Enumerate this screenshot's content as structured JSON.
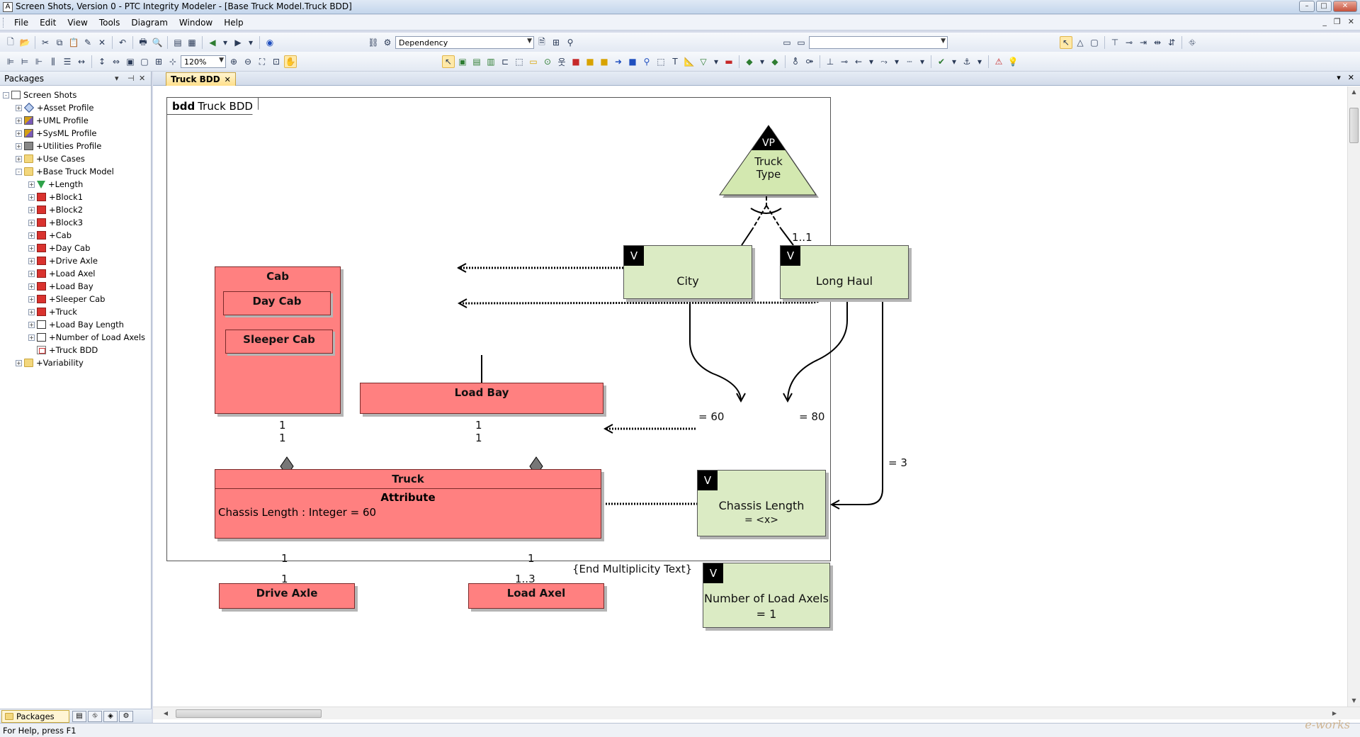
{
  "window": {
    "title": "Screen Shots, Version 0 - PTC Integrity Modeler - [Base Truck Model.Truck BDD]",
    "btn_min": "–",
    "btn_max": "□",
    "btn_close": "✕"
  },
  "menubar": {
    "items": [
      "File",
      "Edit",
      "View",
      "Tools",
      "Diagram",
      "Window",
      "Help"
    ]
  },
  "toolbar": {
    "relation_combo": "Dependency",
    "zoom_combo": "120%",
    "empty_combo": ""
  },
  "packages_panel": {
    "title": "Packages",
    "tree": [
      {
        "label": "Screen Shots",
        "level": 0,
        "icon": "package-icon",
        "expand": "-"
      },
      {
        "label": "+Asset Profile",
        "level": 1,
        "icon": "diamond-icon",
        "expand": "+"
      },
      {
        "label": "+UML Profile",
        "level": 1,
        "icon": "profile-icon",
        "expand": "+"
      },
      {
        "label": "+SysML Profile",
        "level": 1,
        "icon": "profile-icon",
        "expand": "+"
      },
      {
        "label": "+Utilities Profile",
        "level": 1,
        "icon": "utilities-icon",
        "expand": "+"
      },
      {
        "label": "+Use Cases",
        "level": 1,
        "icon": "folder-icon",
        "expand": "+"
      },
      {
        "label": "+Base Truck Model",
        "level": 1,
        "icon": "folder-icon",
        "expand": "-"
      },
      {
        "label": "+Length",
        "level": 2,
        "icon": "variation-point-icon",
        "expand": "+"
      },
      {
        "label": "+Block1",
        "level": 2,
        "icon": "block-icon",
        "expand": "+"
      },
      {
        "label": "+Block2",
        "level": 2,
        "icon": "block-icon",
        "expand": "+"
      },
      {
        "label": "+Block3",
        "level": 2,
        "icon": "block-icon",
        "expand": "+"
      },
      {
        "label": "+Cab",
        "level": 2,
        "icon": "block-icon",
        "expand": "+"
      },
      {
        "label": "+Day Cab",
        "level": 2,
        "icon": "block-icon",
        "expand": "+"
      },
      {
        "label": "+Drive Axle",
        "level": 2,
        "icon": "block-icon",
        "expand": "+"
      },
      {
        "label": "+Load Axel",
        "level": 2,
        "icon": "block-icon",
        "expand": "+"
      },
      {
        "label": "+Load Bay",
        "level": 2,
        "icon": "block-icon",
        "expand": "+"
      },
      {
        "label": "+Sleeper Cab",
        "level": 2,
        "icon": "block-icon",
        "expand": "+"
      },
      {
        "label": "+Truck",
        "level": 2,
        "icon": "block-icon",
        "expand": "+"
      },
      {
        "label": "+Load Bay Length",
        "level": 2,
        "icon": "value-type-icon",
        "expand": "+"
      },
      {
        "label": "+Number of Load Axels",
        "level": 2,
        "icon": "value-type-icon",
        "expand": "+"
      },
      {
        "label": "+Truck BDD",
        "level": 2,
        "icon": "diagram-icon",
        "expand": ""
      },
      {
        "label": "+Variability",
        "level": 1,
        "icon": "folder-icon",
        "expand": "+"
      }
    ],
    "bottom_tab": "Packages"
  },
  "doc_tab": {
    "label": "Truck BDD",
    "close": "✕"
  },
  "diagram": {
    "frame_kind": "bdd",
    "frame_name": "Truck BDD",
    "vp": {
      "tag": "VP",
      "name_line1": "Truck",
      "name_line2": "Type"
    },
    "blocks": {
      "cab": "Cab",
      "day_cab": "Day Cab",
      "sleeper_cab": "Sleeper Cab",
      "load_bay": "Load Bay",
      "truck": "Truck",
      "truck_compartment": "Attribute",
      "truck_attribute": "Chassis Length : Integer = 60",
      "drive_axle": "Drive Axle",
      "load_axel": "Load Axel"
    },
    "variants": {
      "city": "City",
      "long_haul": "Long Haul",
      "chassis_length": "Chassis Length",
      "chassis_length_value": "= <x>",
      "num_load_axels": "Number of Load Axels",
      "num_load_axels_value": "= 1",
      "tag": "V"
    },
    "labels": {
      "vp_mult": "1..1",
      "city_bind": "= 60",
      "longhaul_bind": "= 80",
      "axels_bind": "= 3",
      "cab_mult_a": "1",
      "cab_mult_b": "1",
      "loadbay_mult_a": "1",
      "loadbay_mult_b": "1",
      "drive_mult_a": "1",
      "drive_mult_b": "1",
      "axel_mult_a": "1",
      "axel_mult_b": "1..3",
      "end_mult_text": "{End Multiplicity Text}"
    }
  },
  "statusbar": {
    "text": "For Help, press F1",
    "watermark": "e-works"
  }
}
